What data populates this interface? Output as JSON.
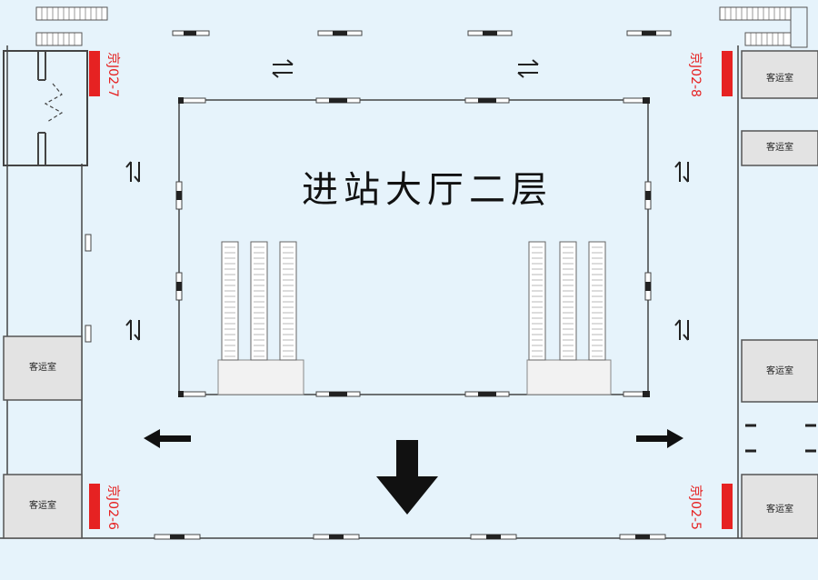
{
  "title": "进站大厅二层",
  "rooms": {
    "top_right_1": "客运室",
    "top_right_2": "客运室",
    "mid_left": "客运室",
    "mid_right": "客运室",
    "bottom_left": "客运室",
    "bottom_right": "客运室"
  },
  "signs": {
    "top_left": "京J02-7",
    "top_right": "京J02-8",
    "bottom_left": "京J02-6",
    "bottom_right": "京J02-5"
  },
  "colors": {
    "background": "#e6f3fb",
    "line": "#444444",
    "sign_red": "#e62222",
    "room_fill": "#e3e3e3",
    "arrow": "#111111"
  }
}
